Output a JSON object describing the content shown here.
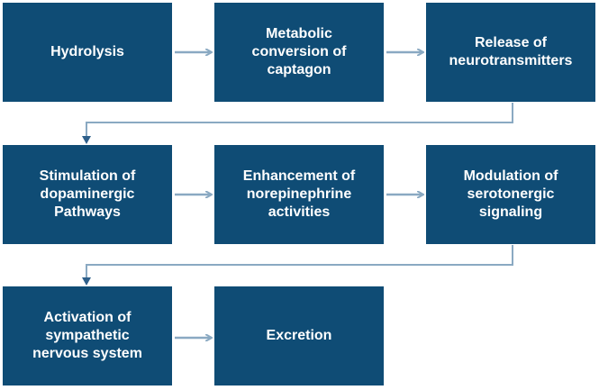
{
  "diagram": {
    "steps": [
      {
        "label": "Hydrolysis"
      },
      {
        "label": "Metabolic\nconversion of\ncaptagon"
      },
      {
        "label": "Release of\nneurotransmitters"
      },
      {
        "label": "Stimulation of\ndopaminergic\nPathways"
      },
      {
        "label": "Enhancement of\nnorepinephrine\nactivities"
      },
      {
        "label": "Modulation of\nserotonergic\nsignaling"
      },
      {
        "label": "Activation of\nsympathetic\nnervous system"
      },
      {
        "label": "Excretion"
      }
    ],
    "colors": {
      "box_fill": "#0f4c75",
      "box_text": "#ffffff",
      "arrow_horizontal": "#8aa9c2",
      "arrow_return": "#2e5f8a"
    }
  }
}
